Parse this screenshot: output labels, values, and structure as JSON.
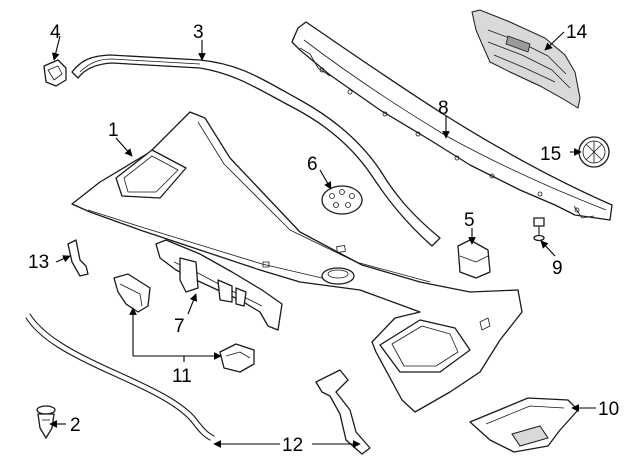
{
  "callouts": [
    {
      "id": "1",
      "text": "1"
    },
    {
      "id": "2",
      "text": "2"
    },
    {
      "id": "3",
      "text": "3"
    },
    {
      "id": "4",
      "text": "4"
    },
    {
      "id": "5",
      "text": "5"
    },
    {
      "id": "6",
      "text": "6"
    },
    {
      "id": "7",
      "text": "7"
    },
    {
      "id": "8",
      "text": "8"
    },
    {
      "id": "9",
      "text": "9"
    },
    {
      "id": "10",
      "text": "10"
    },
    {
      "id": "11",
      "text": "11"
    },
    {
      "id": "12",
      "text": "12"
    },
    {
      "id": "13",
      "text": "13"
    },
    {
      "id": "14",
      "text": "14"
    },
    {
      "id": "15",
      "text": "15"
    }
  ],
  "colors": {
    "line": "#1a1a1a",
    "shade": "#d9d9d9",
    "background": "#ffffff"
  }
}
